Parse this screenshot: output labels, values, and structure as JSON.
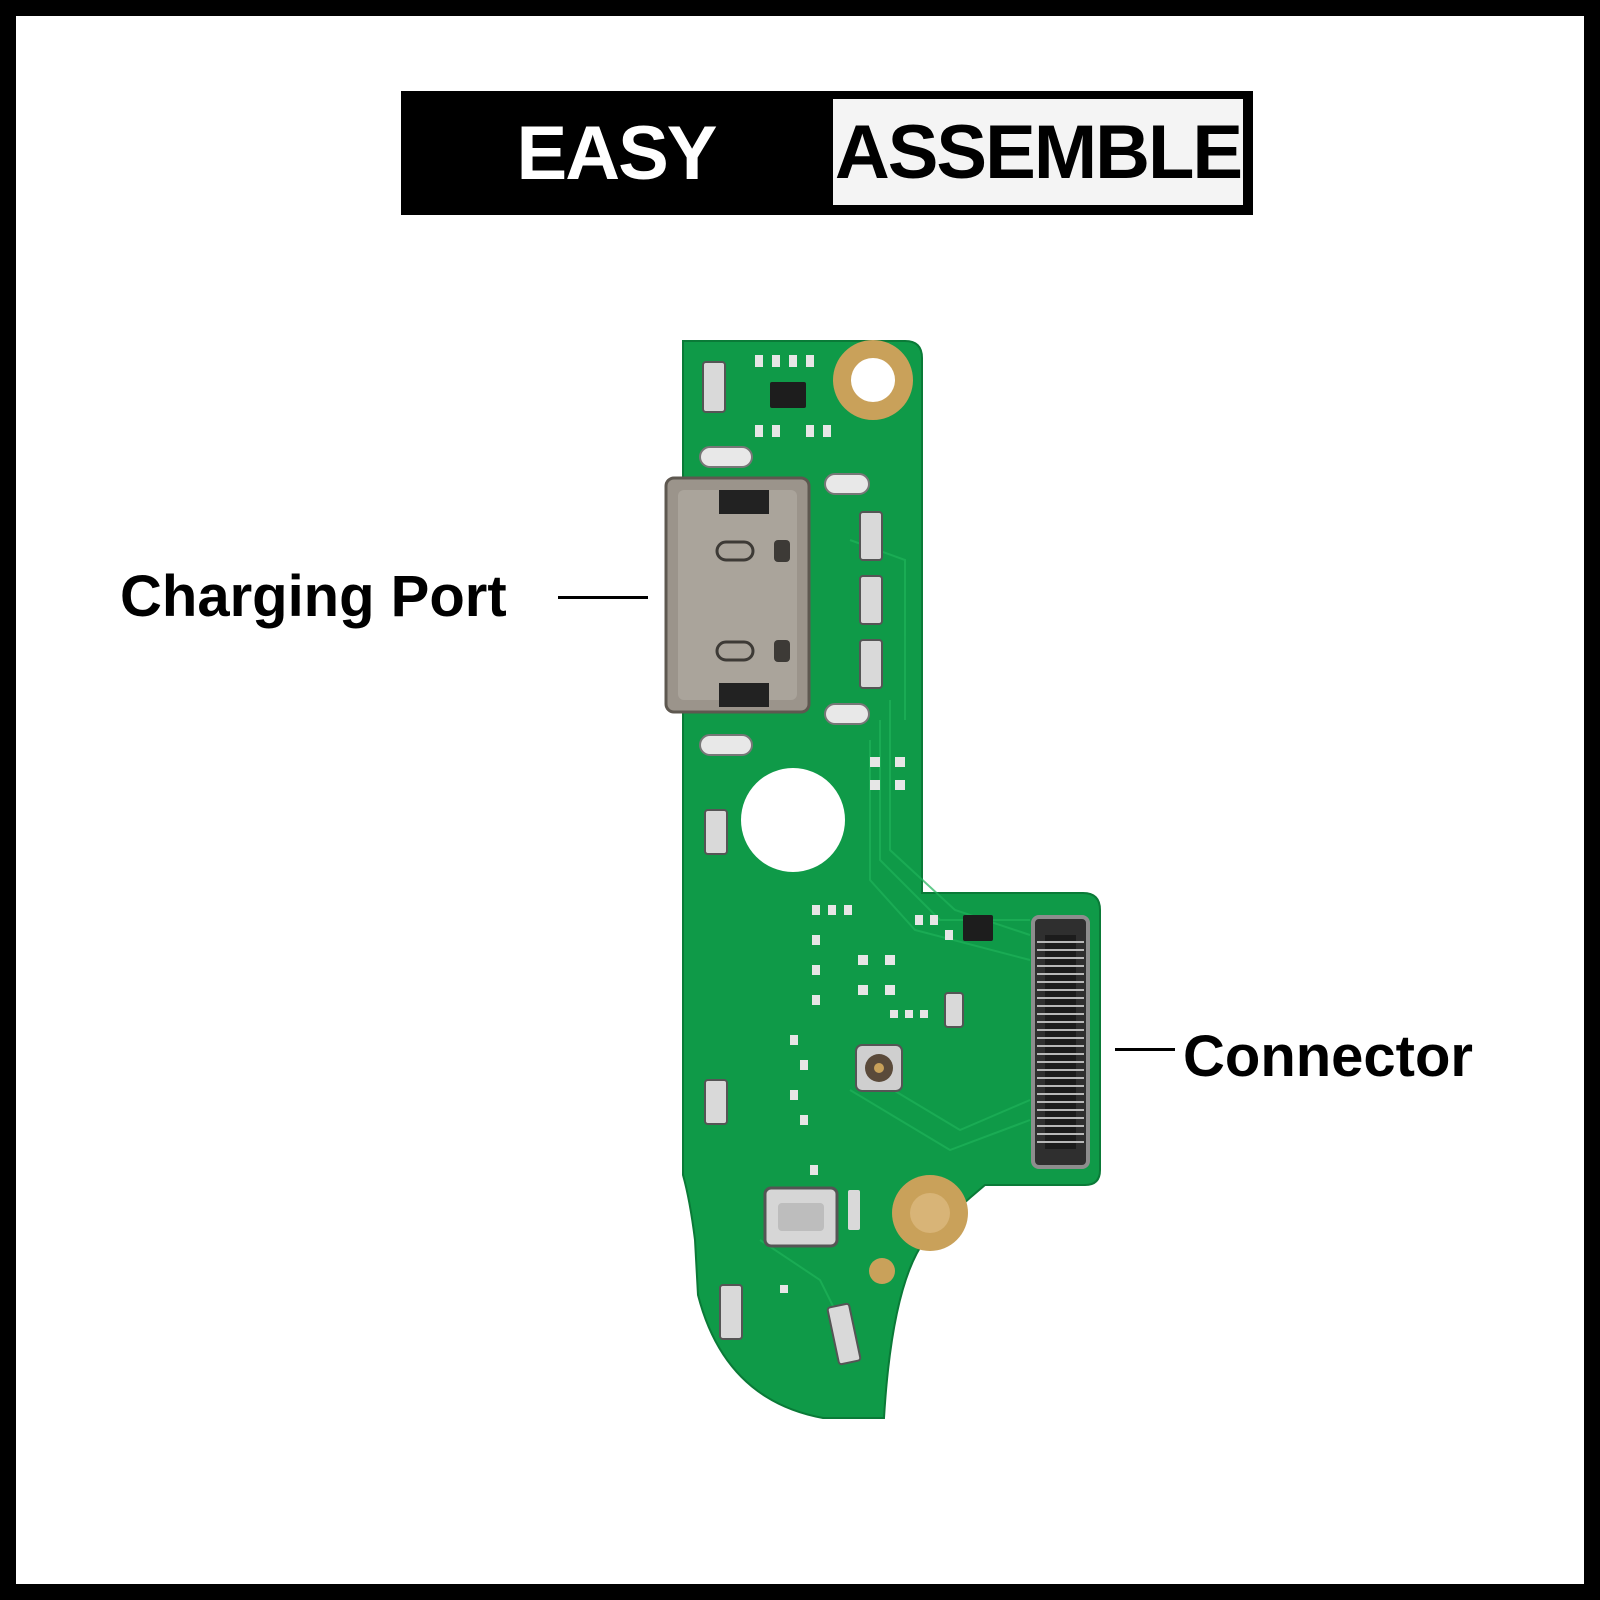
{
  "banner": {
    "left_text": "EASY",
    "right_text": "ASSEMBLE",
    "left_bg": "#000000",
    "right_bg": "#f4f4f4"
  },
  "callouts": {
    "charging_port": "Charging Port",
    "connector": "Connector"
  },
  "colors": {
    "pcb_green": "#0f9a48",
    "pad_gold": "#c9a15a",
    "port_metal": "#9b948b"
  }
}
